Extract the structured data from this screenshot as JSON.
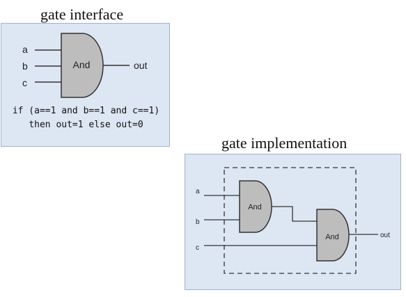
{
  "interface": {
    "title": "gate interface",
    "gate_label": "And",
    "inputs": [
      "a",
      "b",
      "c"
    ],
    "output": "out",
    "code_line1": "if (a==1 and b==1 and c==1)",
    "code_line2": "then out=1 else out=0"
  },
  "implementation": {
    "title": "gate implementation",
    "gate1_label": "And",
    "gate2_label": "And",
    "inputs": [
      "a",
      "b",
      "c"
    ],
    "output": "out"
  },
  "colors": {
    "panel": "#dde6f3",
    "gate_fill": "#bdbdbd",
    "stroke": "#333333"
  }
}
